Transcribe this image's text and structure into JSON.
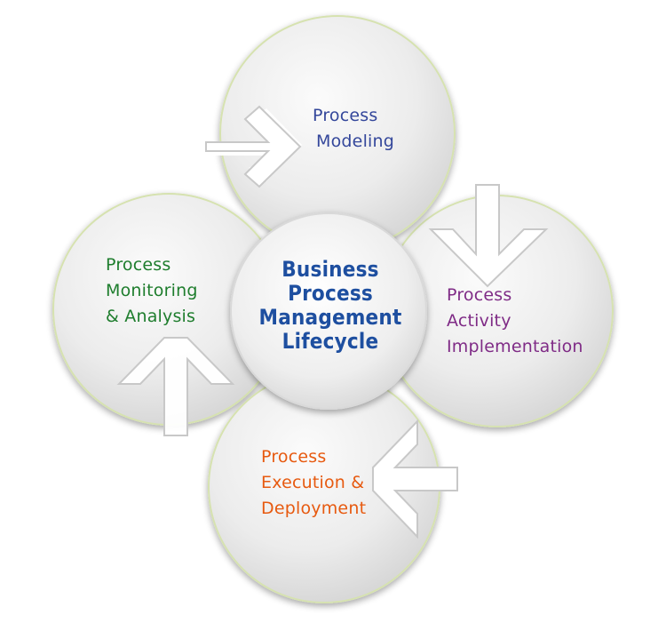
{
  "diagram": {
    "center": {
      "lines": [
        "Business",
        "Process",
        "Management",
        "Lifecycle"
      ],
      "color": "#1e4fa0"
    },
    "stages": {
      "modeling": {
        "lines": [
          "Process",
          "Modeling"
        ],
        "color": "#34479b"
      },
      "implementation": {
        "lines": [
          "Process",
          "Activity",
          "Implementation"
        ],
        "color": "#7f2b86"
      },
      "execution": {
        "lines": [
          "Process",
          "Execution &",
          "Deployment"
        ],
        "color": "#e75a10"
      },
      "monitoring": {
        "lines": [
          "Process",
          "Monitoring",
          "& Analysis"
        ],
        "color": "#1e7d2d"
      }
    },
    "cycle_direction": "clockwise"
  }
}
